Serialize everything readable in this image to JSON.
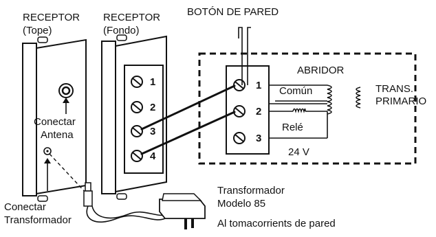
{
  "labels": {
    "receptor_tope_line1": "RECEPTOR",
    "receptor_tope_line2": "(Tope)",
    "receptor_fondo_line1": "RECEPTOR",
    "receptor_fondo_line2": "(Fondo)",
    "wall_button": "BOTÓN DE PARED",
    "opener": "ABRIDOR",
    "common": "Común",
    "relay": "Relé",
    "trans_line1": "TRANS.",
    "trans_line2": "PRIMARIO",
    "voltage": "24 V",
    "connect_antenna_line1": "Conectar",
    "connect_antenna_line2": "Antena",
    "connect_transformer_line1": "Conectar",
    "connect_transformer_line2": "Transformador",
    "transformer_line1": "Transformador",
    "transformer_line2": "Modelo 85",
    "wall_outlet": "Al tomacorrients de pared"
  },
  "receiver_terminals": [
    "1",
    "2",
    "3",
    "4"
  ],
  "opener_terminals": [
    "1",
    "2",
    "3"
  ],
  "icons": [
    "antenna-jack-icon",
    "power-jack-icon",
    "terminal-screw-icon",
    "coil-icon",
    "plug-transformer-icon"
  ]
}
